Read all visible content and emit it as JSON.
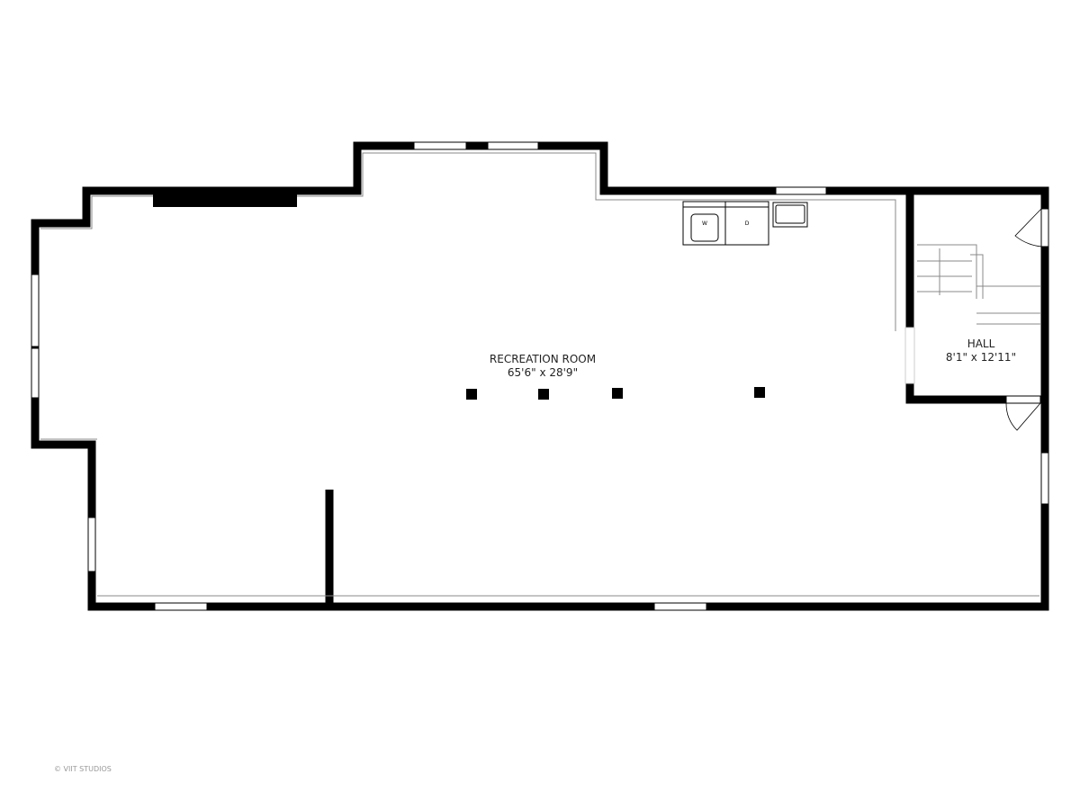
{
  "rooms": [
    {
      "name": "RECREATION ROOM",
      "dimensions": "65'6\" x 28'9\""
    },
    {
      "name": "HALL",
      "dimensions": "8'1\" x 12'11\""
    }
  ],
  "appliances": {
    "washer": "W",
    "dryer": "D"
  },
  "watermark": "© VIIT STUDIOS"
}
